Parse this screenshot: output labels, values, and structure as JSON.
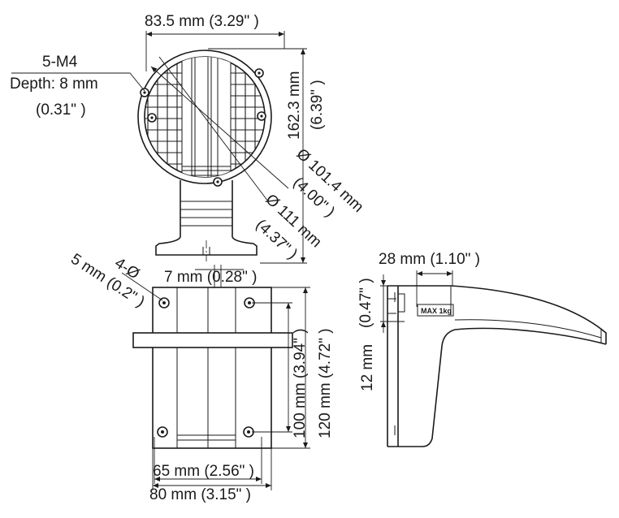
{
  "front_view": {
    "width_label": "83.5 mm (3.29\" )",
    "screw_label_1": "5-M4",
    "screw_label_2": "Depth: 8 mm",
    "screw_label_3": "(0.31\" )",
    "height_label_1": "162.3 mm",
    "height_label_2": "(6.39\" )",
    "diameter1_label_1": "Ø 101.4 mm",
    "diameter1_label_2": "(4.00\" )",
    "diameter2_label_1": "Ø 111 mm",
    "diameter2_label_2": "(4.37\" )"
  },
  "bottom_view": {
    "hole_label_1": "4-Ø",
    "hole_label_2": "5 mm (0.2\" )",
    "gap_label": "7 mm (0.28\" )",
    "inner_height_label": "100 mm (3.94\" )",
    "outer_height_label": "120 mm (4.72\" )",
    "inner_width_label": "65 mm (2.56\" )",
    "outer_width_label": "80 mm (3.15\" )"
  },
  "side_view": {
    "depth_label": "28 mm (1.10\" )",
    "thickness_label_1": "12 mm",
    "thickness_label_2": "(0.47\" )",
    "max_load_label": "MAX 1kg"
  }
}
